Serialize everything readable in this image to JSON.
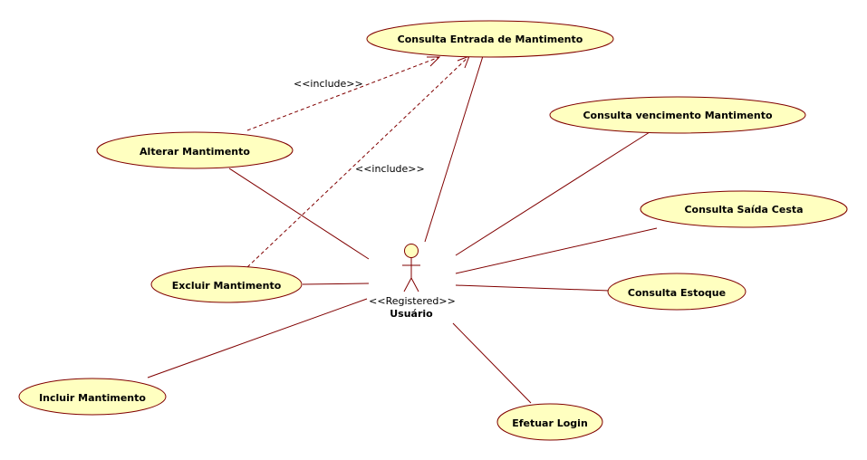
{
  "colors": {
    "usecase_fill": "#ffffc0",
    "usecase_stroke": "#800000",
    "line": "#800000",
    "actor_fill": "#ffffc0"
  },
  "actor": {
    "stereotype": "<<Registered>>",
    "name": "Usuário"
  },
  "use_cases": {
    "consulta_entrada": "Consulta Entrada de Mantimento",
    "consulta_vencimento": "Consulta vencimento Mantimento",
    "alterar": "Alterar Mantimento",
    "consulta_saida": "Consulta Saída Cesta",
    "excluir": "Excluir Mantimento",
    "consulta_estoque": "Consulta Estoque",
    "incluir": "Incluir Mantimento",
    "efetuar_login": "Efetuar Login"
  },
  "relations": {
    "include_1": "<<include>>",
    "include_2": "<<include>>"
  }
}
